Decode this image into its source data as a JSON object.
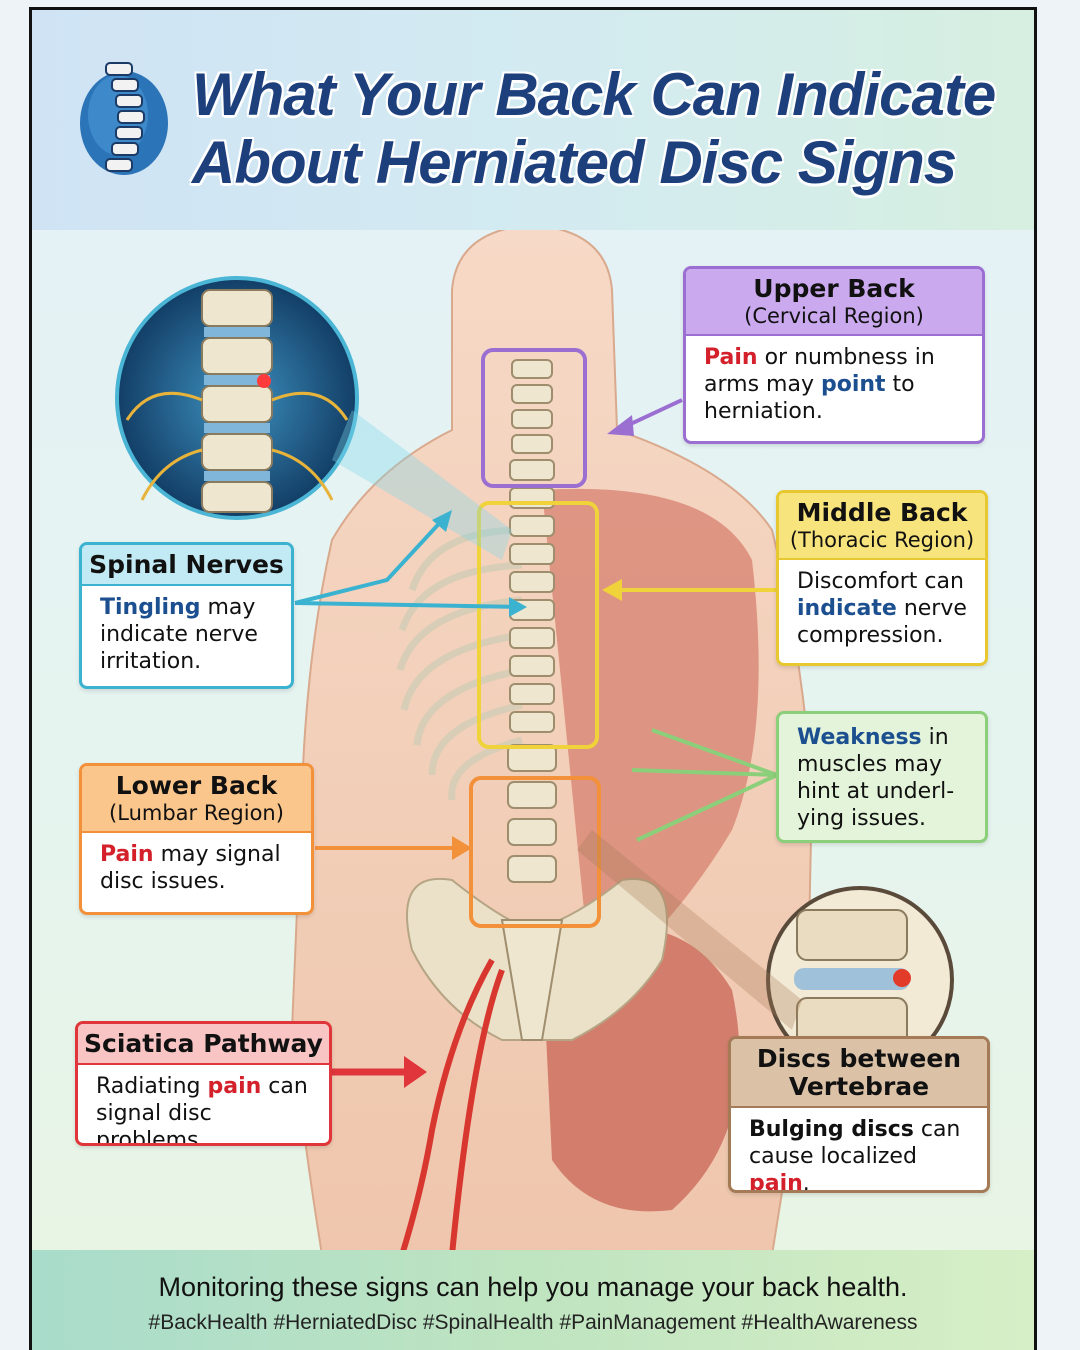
{
  "title": {
    "line1": "What Your Back Can Indicate",
    "line2": "About Herniated Disc Signs"
  },
  "boxes": {
    "upper": {
      "heading": "Upper Back",
      "sub": "(Cervical Region)",
      "body": [
        {
          "t": "Pain",
          "s": "red"
        },
        {
          "t": " or numbness in arms may "
        },
        {
          "t": "point",
          "s": "blue"
        },
        {
          "t": " to herniation."
        }
      ]
    },
    "middle": {
      "heading": "Middle Back",
      "sub": "(Thoracic Region)",
      "body": [
        {
          "t": "Discomfort can "
        },
        {
          "t": "indicate",
          "s": "blue"
        },
        {
          "t": " nerve compression."
        }
      ]
    },
    "nerves": {
      "heading": "Spinal Nerves",
      "body": [
        {
          "t": "Tingling",
          "s": "blue"
        },
        {
          "t": " may indicate nerve irritation."
        }
      ]
    },
    "weakness": {
      "body": [
        {
          "t": "Weakness",
          "s": "blue"
        },
        {
          "t": " in muscles may hint at underl-ying issues."
        }
      ]
    },
    "lower": {
      "heading": "Lower Back",
      "sub": "(Lumbar Region)",
      "body": [
        {
          "t": "Pain",
          "s": "red"
        },
        {
          "t": " may signal disc issues."
        }
      ]
    },
    "sciatica": {
      "heading": "Sciatica Pathway",
      "body": [
        {
          "t": "Radiating "
        },
        {
          "t": "pain",
          "s": "red"
        },
        {
          "t": " can signal disc problems."
        }
      ]
    },
    "discs": {
      "heading": "Discs between Vertebrae",
      "body": [
        {
          "t": "Bulging discs",
          "s": "bold"
        },
        {
          "t": " can cause localized "
        },
        {
          "t": "pain",
          "s": "red"
        },
        {
          "t": "."
        }
      ]
    }
  },
  "footer": {
    "message": "Monitoring these signs can help you manage your back health.",
    "hashtags": "#BackHealth #HerniatedDisc #SpinalHealth #PainManagement #HealthAwareness"
  },
  "colors": {
    "title": "#1d3f7c",
    "upper": "#9b6fd1",
    "middle": "#e8c830",
    "nerves": "#3bb3d0",
    "weakness": "#8ccf7a",
    "lower": "#f2913a",
    "sciatica": "#e0353a",
    "discs": "#a57b57"
  }
}
